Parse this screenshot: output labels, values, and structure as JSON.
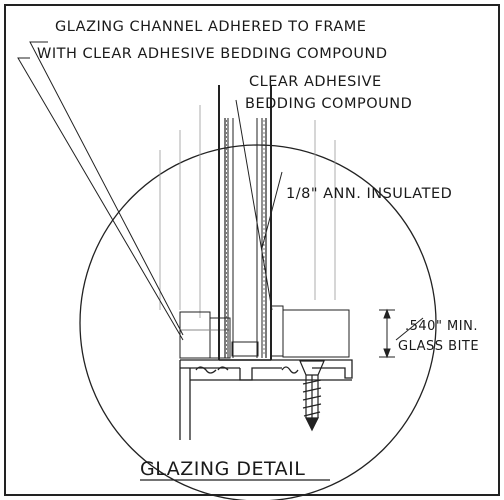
{
  "notes": {
    "channel_line1": "GLAZING CHANNEL ADHERED TO FRAME",
    "channel_line2": "WITH CLEAR ADHESIVE BEDDING COMPOUND",
    "bedding_line1": "CLEAR ADHESIVE",
    "bedding_line2": "BEDDING COMPOUND",
    "glass": "1/8\" ANN. INSULATED",
    "bite_line1": ".540\" MIN.",
    "bite_line2": "GLASS BITE"
  },
  "title": "GLAZING DETAIL"
}
